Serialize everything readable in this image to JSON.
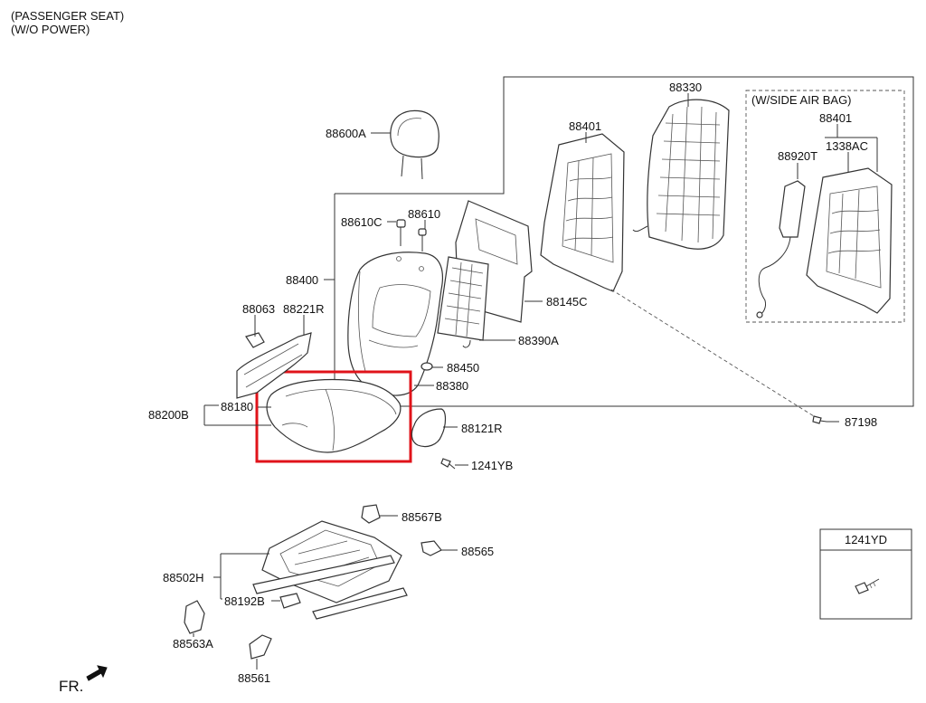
{
  "header": {
    "line1": "(PASSENGER SEAT)",
    "line2": "(W/O POWER)"
  },
  "callouts": {
    "p88330": "88330",
    "side_airbag_note": "(W/SIDE AIR BAG)",
    "p88401_a": "88401",
    "p88401_b": "88401",
    "p1338AC": "1338AC",
    "p88920T": "88920T",
    "p88600A": "88600A",
    "p88610C": "88610C",
    "p88610": "88610",
    "p88400": "88400",
    "p88145C": "88145C",
    "p88063": "88063",
    "p88221R": "88221R",
    "p88390A": "88390A",
    "p88450": "88450",
    "p88380": "88380",
    "p88200B": "88200B",
    "p88180": "88180",
    "p88121R": "88121R",
    "p87198": "87198",
    "p1241YB": "1241YB",
    "p88567B": "88567B",
    "p88565": "88565",
    "p88502H": "88502H",
    "p88192B": "88192B",
    "p88563A": "88563A",
    "p88561": "88561"
  },
  "inset": {
    "title": "1241YD"
  },
  "footer": {
    "front_marker": "FR."
  },
  "highlight": {
    "color": "#e0131a",
    "target": "88180"
  }
}
